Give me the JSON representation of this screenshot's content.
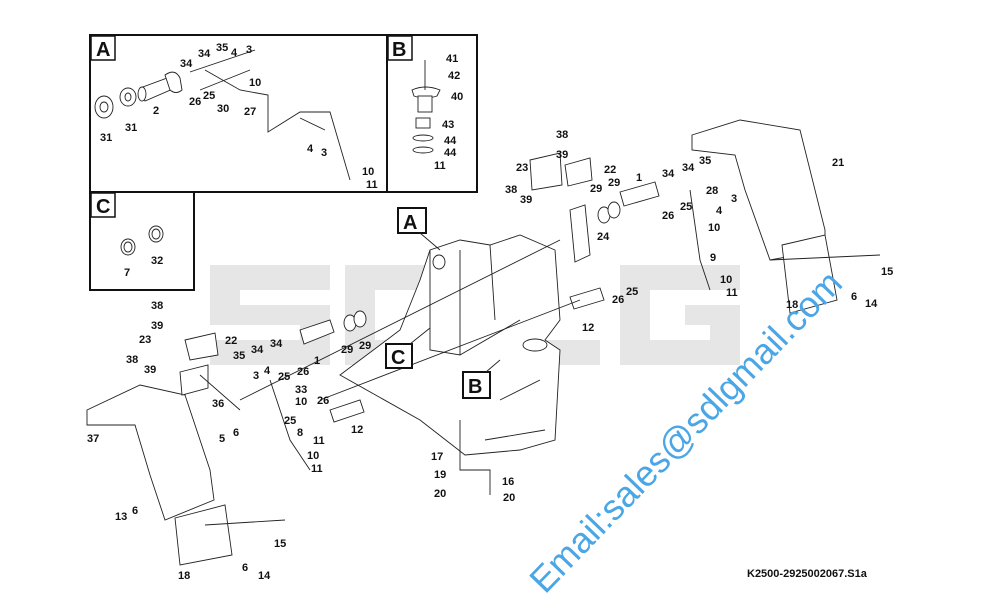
{
  "diagram_code": "K2500-2925002067.S1a",
  "watermark_logo": "SDLG",
  "watermark_email": "Email:sales@sdlgmail.com",
  "detail_views": {
    "a": "A",
    "b": "B",
    "c": "C"
  },
  "callouts": {
    "a": "A",
    "b": "B",
    "c": "C"
  },
  "labels": [
    "34",
    "34",
    "35",
    "4",
    "3",
    "10",
    "2",
    "31",
    "31",
    "26",
    "25",
    "30",
    "27",
    "4",
    "3",
    "10",
    "11",
    "41",
    "42",
    "40",
    "43",
    "44",
    "44",
    "11",
    "7",
    "32",
    "38",
    "39",
    "23",
    "22",
    "38",
    "39",
    "1",
    "34",
    "34",
    "35",
    "29",
    "29",
    "28",
    "3",
    "4",
    "25",
    "26",
    "24",
    "10",
    "9",
    "10",
    "11",
    "21",
    "15",
    "6",
    "14",
    "18",
    "25",
    "26",
    "12",
    "38",
    "39",
    "23",
    "22",
    "38",
    "39",
    "35",
    "34",
    "34",
    "1",
    "29",
    "29",
    "3",
    "4",
    "25",
    "26",
    "33",
    "10",
    "36",
    "5",
    "6",
    "37",
    "26",
    "25",
    "11",
    "12",
    "8",
    "10",
    "11",
    "13",
    "6",
    "15",
    "6",
    "14",
    "18",
    "17",
    "19",
    "16",
    "20",
    "20"
  ]
}
